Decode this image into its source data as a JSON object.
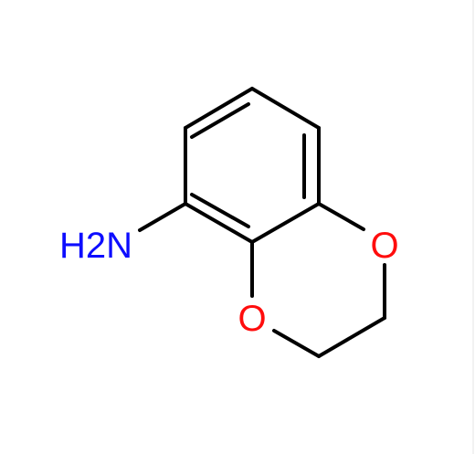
{
  "molecule": {
    "labels": {
      "amine": "H2N",
      "oxygen_right": "O",
      "oxygen_bottom": "O"
    },
    "colors": {
      "bond": "#000000",
      "nitrogen": "#0d0dff",
      "oxygen": "#ff0d0d"
    }
  }
}
